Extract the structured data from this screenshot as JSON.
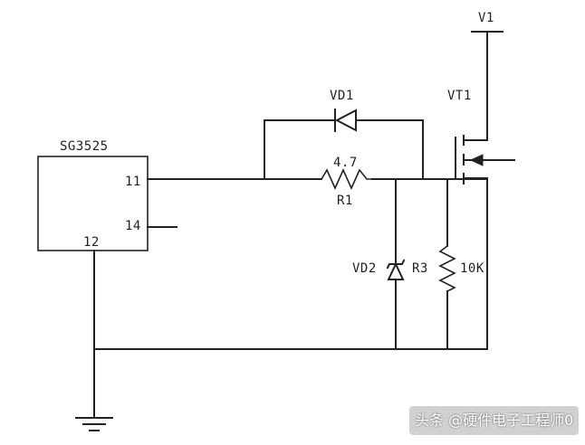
{
  "diagram": {
    "ic": {
      "name": "SG3525",
      "pin_11": "11",
      "pin_14": "14",
      "pin_12": "12"
    },
    "supply": "V1",
    "diode_vd1": "VD1",
    "transistor": "VT1",
    "resistor_r1": {
      "value": "4.7",
      "name": "R1"
    },
    "zener": "VD2",
    "resistor_r3": {
      "name": "R3",
      "value": "10K"
    }
  },
  "watermark": "头条 @硬件电子工程师0"
}
